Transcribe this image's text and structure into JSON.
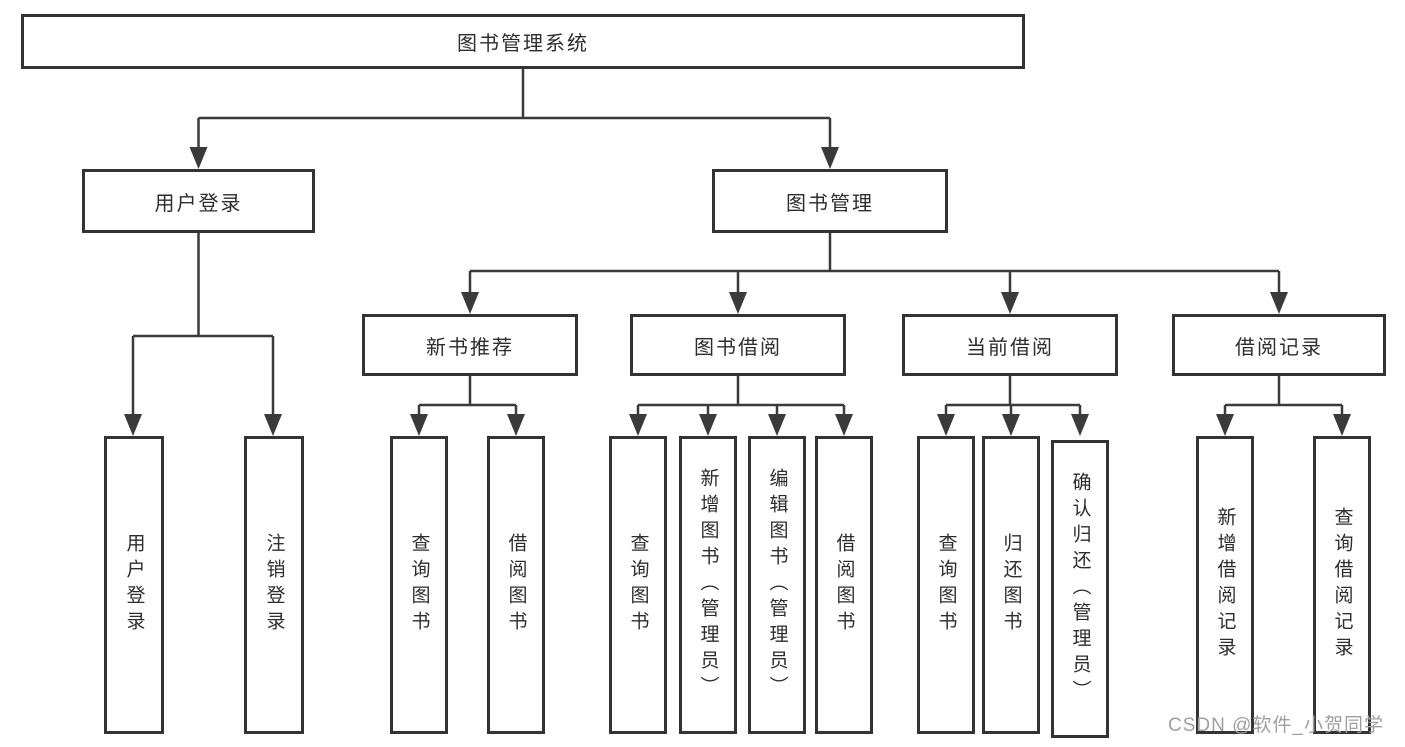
{
  "diagram": {
    "title": "图书管理系统",
    "tree": {
      "label": "图书管理系统",
      "children": [
        {
          "label": "用户登录",
          "children": [
            {
              "label": "用户登录"
            },
            {
              "label": "注销登录"
            }
          ]
        },
        {
          "label": "图书管理",
          "children": [
            {
              "label": "新书推荐",
              "children": [
                {
                  "label": "查询图书"
                },
                {
                  "label": "借阅图书"
                }
              ]
            },
            {
              "label": "图书借阅",
              "children": [
                {
                  "label": "查询图书"
                },
                {
                  "label": "新增图书（管理员）"
                },
                {
                  "label": "编辑图书（管理员）"
                },
                {
                  "label": "借阅图书"
                }
              ]
            },
            {
              "label": "当前借阅",
              "children": [
                {
                  "label": "查询图书"
                },
                {
                  "label": "归还图书"
                },
                {
                  "label": "确认归还（管理员）"
                }
              ]
            },
            {
              "label": "借阅记录",
              "children": [
                {
                  "label": "新增借阅记录"
                },
                {
                  "label": "查询借阅记录"
                }
              ]
            }
          ]
        }
      ]
    }
  },
  "watermark": {
    "text": "CSDN @软件_小贺同学",
    "color": "#a0a0a0"
  },
  "colors": {
    "background": "#ffffff",
    "box_border": "#333333",
    "text": "#2d2d2d",
    "connector": "#3a3a3a"
  }
}
